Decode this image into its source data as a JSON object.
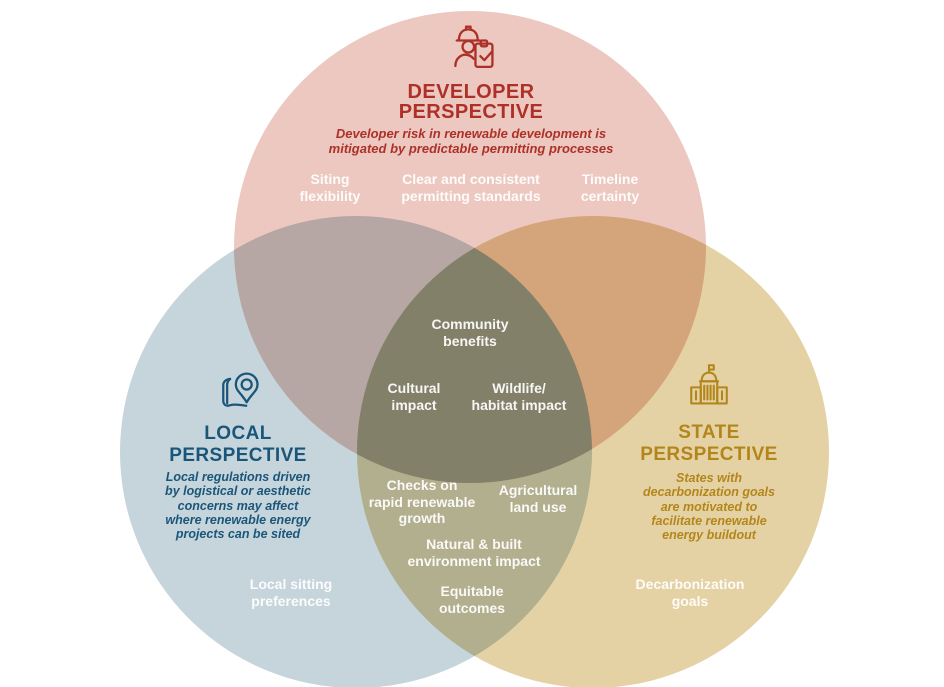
{
  "diagram_type": "venn-3",
  "colors": {
    "background": "#ffffff",
    "developer_fill": "#ecc8c0",
    "developer_accent": "#ad3128",
    "local_fill": "#c5d5db",
    "local_accent": "#1b567a",
    "state_fill": "#e5d2a4",
    "state_accent": "#b3861c",
    "center_fill": "#84816a",
    "overlap_label_text": "#ffffff"
  },
  "icons": {
    "developer": "construction-worker-with-clipboard-icon",
    "local": "map-with-location-pin-icon",
    "state": "capitol-building-icon"
  },
  "developer": {
    "title": [
      "DEVELOPER",
      "PERSPECTIVE"
    ],
    "subtitle": [
      "Developer risk in renewable development is",
      "mitigated by predictable permitting processes"
    ],
    "items": {
      "siting": [
        "Siting",
        "flexibility"
      ],
      "permitting": [
        "Clear and consistent",
        "permitting standards"
      ],
      "timeline": [
        "Timeline",
        "certainty"
      ]
    }
  },
  "local": {
    "title": [
      "LOCAL",
      "PERSPECTIVE"
    ],
    "subtitle": [
      "Local regulations driven",
      "by logistical or aesthetic",
      "concerns may affect",
      "where renewable energy",
      "projects can be sited"
    ],
    "items": {
      "local_sitting": [
        "Local sitting",
        "preferences"
      ]
    }
  },
  "state": {
    "title": [
      "STATE",
      "PERSPECTIVE"
    ],
    "subtitle": [
      "States with",
      "decarbonization goals",
      "are motivated to",
      "facilitate renewable",
      "energy buildout"
    ],
    "items": {
      "decarbonization": [
        "Decarbonization",
        "goals"
      ]
    }
  },
  "center_overlap": {
    "community": [
      "Community",
      "benefits"
    ],
    "cultural": [
      "Cultural",
      "impact"
    ],
    "wildlife": [
      "Wildlife/",
      "habitat impact"
    ]
  },
  "local_state_overlap": {
    "checks": [
      "Checks on",
      "rapid renewable",
      "growth"
    ],
    "agricultural": [
      "Agricultural",
      "land use"
    ],
    "natural": [
      "Natural & built",
      "environment impact"
    ],
    "equitable": [
      "Equitable",
      "outcomes"
    ]
  }
}
